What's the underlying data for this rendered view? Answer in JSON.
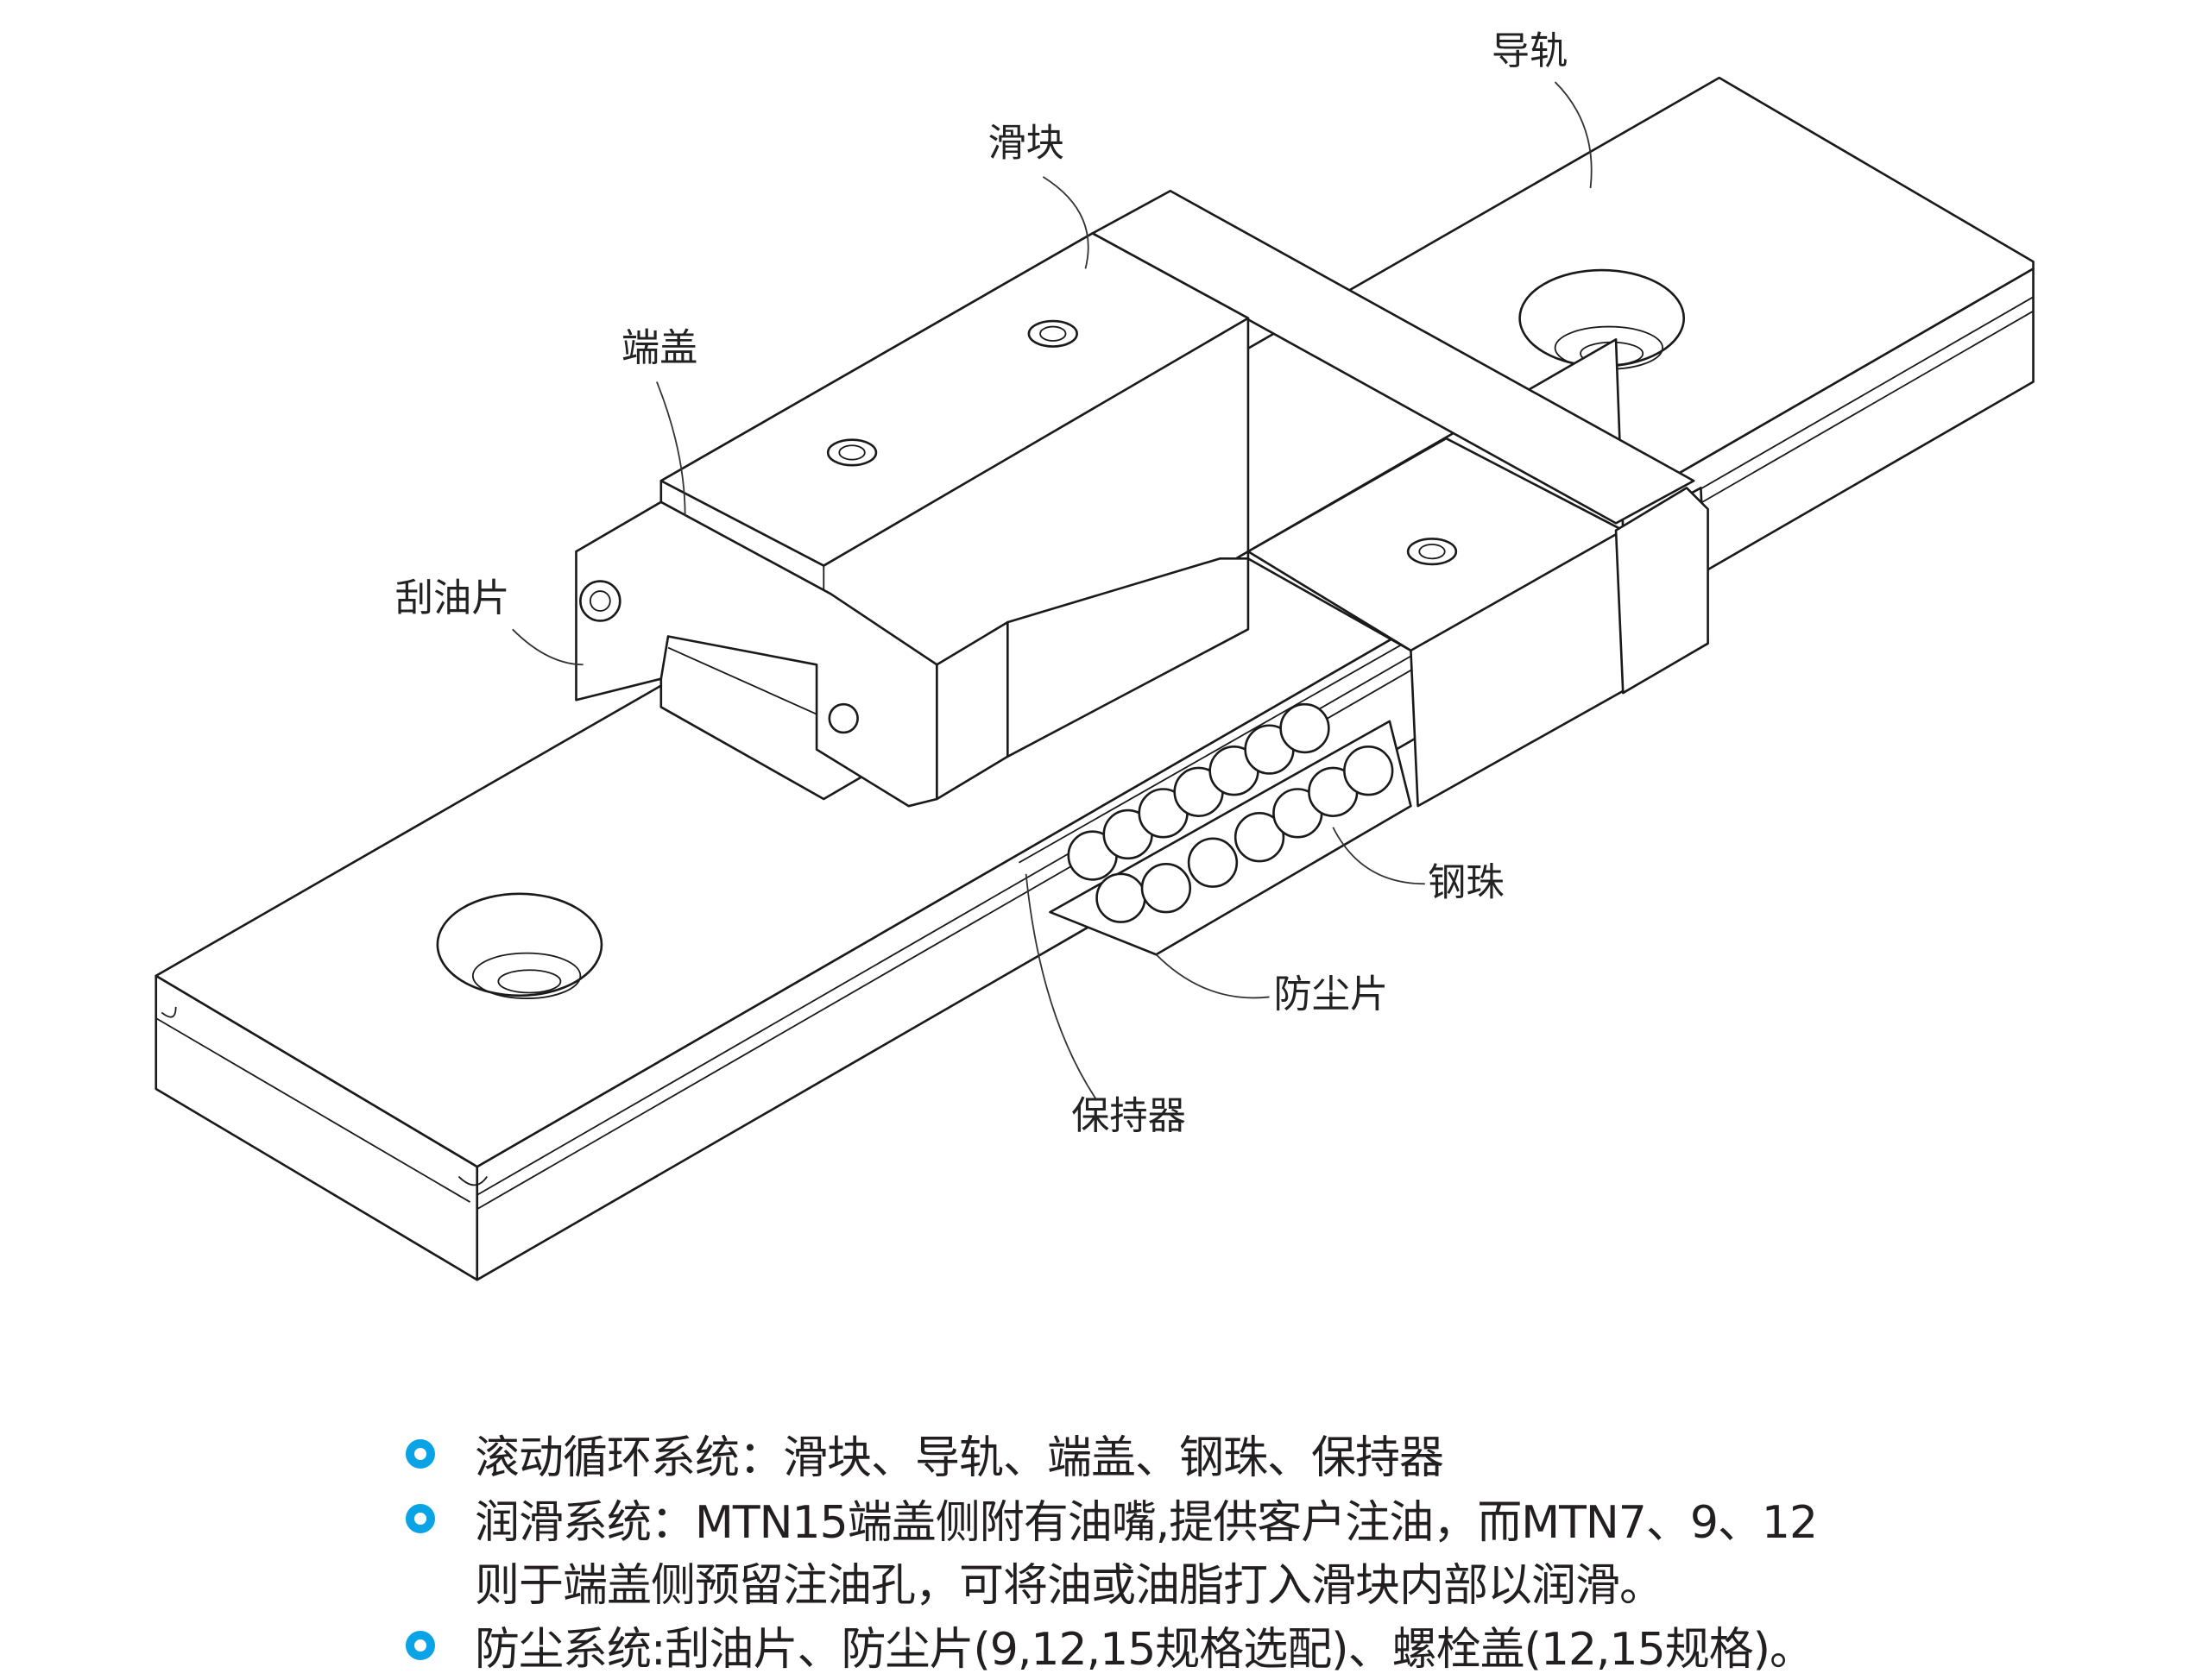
{
  "labels": {
    "rail": "导轨",
    "slider": "滑块",
    "end_cap": "端盖",
    "scraper": "刮油片",
    "steel_ball": "钢珠",
    "dust_strip": "防尘片",
    "retainer": "保持器"
  },
  "notes": [
    {
      "lines": [
        "滚动循环系统：滑块、导轨、端盖、钢珠、保持器"
      ]
    },
    {
      "lines": [
        "润滑系统：MTN15端盖侧附有油嘴,提供客户注油，而MTN7、9、12",
        "则于端盖侧预留注油孔，可将油或油脂打入滑块内部以润滑。"
      ]
    },
    {
      "lines": [
        "防尘系统:刮油片、防尘片(9,12,15规格选配)、螺栓盖(12,15规格)。"
      ]
    }
  ],
  "colors": {
    "bullet": "#0aa3e6",
    "text": "#231f20"
  }
}
